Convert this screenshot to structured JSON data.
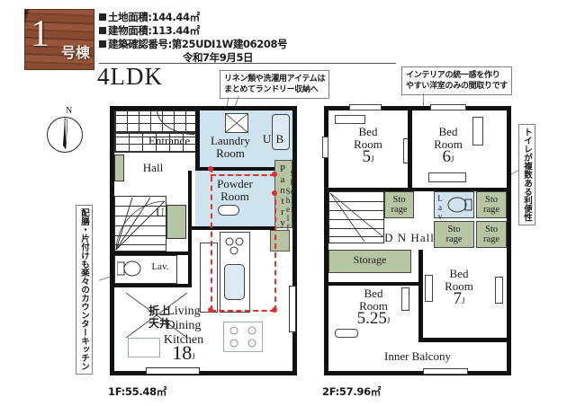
{
  "header": {
    "badge_number": "1",
    "badge_suffix": "号棟",
    "land_area": "土地面積:144.44㎡",
    "building_area": "建物面積:113.44㎡",
    "confirmation_no": "建築確認番号:第25UDI1W建06208号",
    "confirmation_date": "令和7年9月5日",
    "layout_type": "4LDK"
  },
  "callouts": {
    "laundry": "リネン類や洗濯用アイテムは\nまとめてランドリー収納へ",
    "laundry_l1": "リネン類や洗濯用アイテムは",
    "laundry_l2": "まとめてランドリー収納へ",
    "interior_l1": "インテリアの統一感を作り",
    "interior_l2": "やすい洋室のみの間取りです",
    "counter_kitchen": "配膳・片付けも楽々のカウンターキッチン",
    "multi_toilet": "トイレが複数ある利便性"
  },
  "compass": {
    "north_label": "N"
  },
  "floor1": {
    "area_label": "1F:55.48㎡",
    "rooms": [
      {
        "name": "Entrance",
        "label": "Entrance"
      },
      {
        "name": "Hall",
        "label": "Hall"
      },
      {
        "name": "UP",
        "label": "U P"
      },
      {
        "name": "Lavatory",
        "label": "Lav."
      },
      {
        "name": "LaundryRoom",
        "label_l1": "Laundry",
        "label_l2": "Room"
      },
      {
        "name": "UnitBath",
        "label": "U B"
      },
      {
        "name": "PowderRoom",
        "label_l1": "Powder",
        "label_l2": "Room"
      },
      {
        "name": "Pantry",
        "label": "Pantry"
      },
      {
        "name": "Shelf1",
        "label": "Shelf"
      },
      {
        "name": "Shelf2",
        "label": "Shelf"
      },
      {
        "name": "LDK",
        "label_l1": "Living",
        "label_l2": "Dining",
        "label_l3": "Kitchen",
        "size": "18",
        "size_unit": "J"
      },
      {
        "name": "SlopedCeiling",
        "label_l1": "折上",
        "label_l2": "天井"
      }
    ]
  },
  "floor2": {
    "area_label": "2F:57.96㎡",
    "rooms": [
      {
        "name": "BedRoom5",
        "label_l1": "Bed",
        "label_l2": "Room",
        "size": "5",
        "size_unit": "J"
      },
      {
        "name": "BedRoom6",
        "label_l1": "Bed",
        "label_l2": "Room",
        "size": "6",
        "size_unit": "J"
      },
      {
        "name": "BedRoom7",
        "label_l1": "Bed",
        "label_l2": "Room",
        "size": "7",
        "size_unit": "J"
      },
      {
        "name": "BedRoom525",
        "label_l1": "Bed",
        "label_l2": "Room",
        "size": "5.25",
        "size_unit": "J"
      },
      {
        "name": "DNHall",
        "label": "D N Hall"
      },
      {
        "name": "Storage",
        "label": "Storage"
      },
      {
        "name": "Storage1",
        "label_l1": "Sto",
        "label_l2": "rage"
      },
      {
        "name": "Storage2",
        "label_l1": "Sto",
        "label_l2": "rage"
      },
      {
        "name": "Storage3",
        "label_l1": "Sto",
        "label_l2": "rage"
      },
      {
        "name": "Storage4",
        "label_l1": "Sto",
        "label_l2": "rage"
      },
      {
        "name": "Lavatory",
        "label": "Lav."
      },
      {
        "name": "InnerBalcony",
        "label": "Inner Balcony"
      }
    ]
  },
  "colors": {
    "wet_area": "#cfe3ef",
    "storage": "#b8c5a4",
    "wall": "#111111",
    "flow_line": "#e03030",
    "badge_wood": "#8a4b33"
  }
}
